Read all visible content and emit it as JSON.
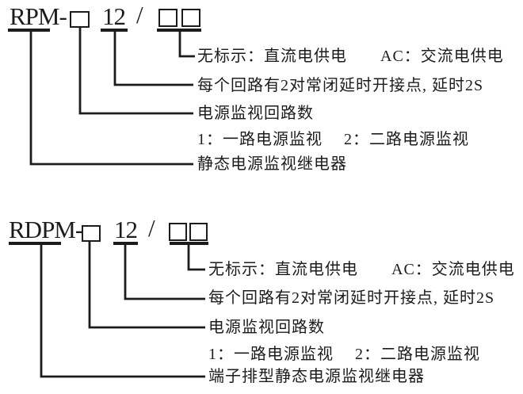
{
  "page": {
    "ink": "#1c1c1c",
    "background": "#ffffff"
  },
  "diagrams": [
    {
      "id": "rpm",
      "model": {
        "prefix": "RPM-",
        "digits": "12",
        "slash": "/"
      },
      "labels": {
        "power_note": "无标示：直流电供电　　AC：交流电供电",
        "contact_note": "每个回路有2对常闭延时开接点, 延时2S",
        "loop_count": "电源监视回路数",
        "loop_options": "1：一路电源监视　 2：二路电源监视",
        "product_name": "静态电源监视继电器"
      }
    },
    {
      "id": "rdpm",
      "model": {
        "prefix": "RDPM-",
        "digits": "12",
        "slash": "/"
      },
      "labels": {
        "power_note": "无标示：直流电供电　　AC：交流电供电",
        "contact_note": "每个回路有2对常闭延时开接点, 延时2S",
        "loop_count": "电源监视回路数",
        "loop_options": "1：一路电源监视　 2：二路电源监视",
        "product_name": "端子排型静态电源监视继电器"
      }
    }
  ]
}
